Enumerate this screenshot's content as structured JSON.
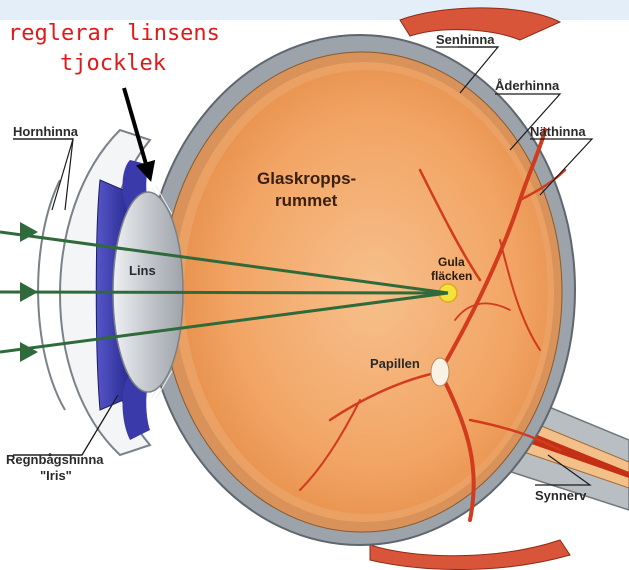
{
  "caption": {
    "line1": "reglerar linsens",
    "line2": "tjocklek"
  },
  "labels": {
    "senhinna": "Senhinna",
    "aderhinna": "Åderhinna",
    "nathinna": "Näthinna",
    "hornhinna": "Hornhinna",
    "glaskropp_1": "Glaskropps-",
    "glaskropp_2": "rummet",
    "lins": "Lins",
    "gula_1": "Gula",
    "gula_2": "fläcken",
    "papillen": "Papillen",
    "regnbag_1": "Regnbågshinna",
    "regnbag_2": "\"Iris\"",
    "synnerv": "Synnerv"
  },
  "colors": {
    "caption_panel": "#e3eef8",
    "caption_text": "#e11919",
    "sclera": "#9ca3aa",
    "choroid": "#e9a26a",
    "retina": "#f2b27a",
    "vitreous": "#f4ad6e",
    "iris": "#3434a6",
    "lens": "#c9ccd0",
    "light_rays": "#2f6a3a",
    "vessels": "#d23b1e",
    "muscle": "#d8553a",
    "macula": "#f4e23a"
  }
}
